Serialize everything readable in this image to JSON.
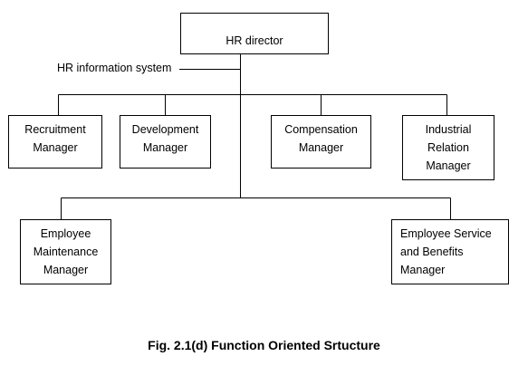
{
  "diagram": {
    "root": {
      "label": "HR director"
    },
    "side_label": "HR information system",
    "level1": [
      {
        "id": "n-rec",
        "label": "Recruitment\nManager"
      },
      {
        "id": "n-dev",
        "label": "Development\nManager"
      },
      {
        "id": "n-comp",
        "label": "Compensation\nManager"
      },
      {
        "id": "n-ind",
        "label": "Industrial\nRelation\nManager"
      }
    ],
    "level2": [
      {
        "id": "n-emp",
        "label": "Employee\nMaintenance\nManager"
      },
      {
        "id": "n-svc",
        "label": "Employee Service\nand Benefits\nManager"
      }
    ],
    "caption": "Fig. 2.1(d) Function Oriented Srtucture"
  }
}
